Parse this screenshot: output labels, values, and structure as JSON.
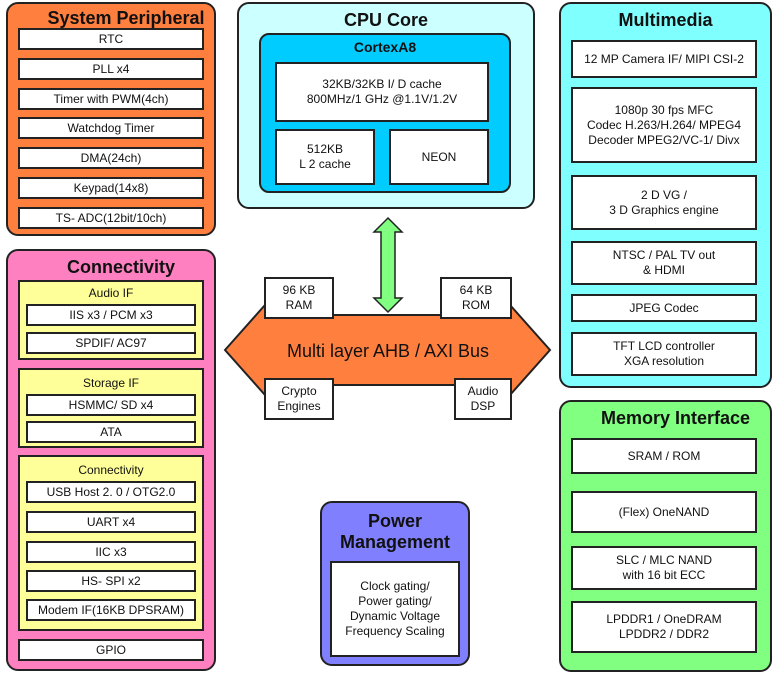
{
  "system_peripheral": {
    "title": "System Peripheral",
    "color": "#ff7f3f",
    "items": [
      "RTC",
      "PLL x4",
      "Timer with PWM(4ch)",
      "Watchdog Timer",
      "DMA(24ch)",
      "Keypad(14x8)",
      "TS- ADC(12bit/10ch)"
    ]
  },
  "connectivity": {
    "title": "Connectivity",
    "color": "#ff80c0",
    "groups": [
      {
        "title": "Audio IF",
        "items": [
          "IIS x3 /  PCM x3",
          "SPDIF/ AC97"
        ]
      },
      {
        "title": "Storage IF",
        "items": [
          "HSMMC/ SD x4",
          "ATA"
        ]
      },
      {
        "title": "Connectivity",
        "items": [
          "USB Host 2. 0 /  OTG2.0",
          "UART x4",
          "IIC x3",
          "HS- SPI x2",
          "Modem IF(16KB DPSRAM)"
        ]
      }
    ],
    "gpio": "GPIO"
  },
  "cpu_core": {
    "title": "CPU Core",
    "color": "#ccffff",
    "core": {
      "title": "CortexA8",
      "color": "#00ccff",
      "cache": "32KB/32KB I/ D cache\n800MHz/1 GHz @1.1V/1.2V",
      "l2": "512KB\nL 2 cache",
      "neon": "NEON"
    }
  },
  "bus": {
    "label": "Multi layer AHB / AXI Bus",
    "color": "#ff7f3f",
    "arrow_color": "#80ff80",
    "attached": {
      "ram": "96 KB\nRAM",
      "rom": "64 KB\nROM",
      "crypto": "Crypto\nEngines",
      "dsp": "Audio\nDSP"
    }
  },
  "multimedia": {
    "title": "Multimedia",
    "color": "#80ffff",
    "items": [
      "12  MP Camera IF/  MIPI CSI-2",
      "1080p 30 fps MFC\nCodec   H.263/H.264/ MPEG4\nDecoder    MPEG2/VC-1/ Divx",
      "2 D VG /\n3  D Graphics engine",
      "NTSC /  PAL TV out\n& HDMI",
      "JPEG Codec",
      "TFT LCD controller\nXGA resolution"
    ]
  },
  "memory": {
    "title": "Memory Interface",
    "color": "#80ff80",
    "items": [
      "SRAM / ROM",
      "(Flex)  OneNAND",
      "SLC /   MLC NAND\nwith 16 bit ECC",
      "LPDDR1 /  OneDRAM\nLPDDR2 / DDR2"
    ]
  },
  "power": {
    "title": "Power\nManagement",
    "color": "#8080ff",
    "body": "Clock gating/\nPower gating/\nDynamic Voltage\nFrequency Scaling"
  }
}
